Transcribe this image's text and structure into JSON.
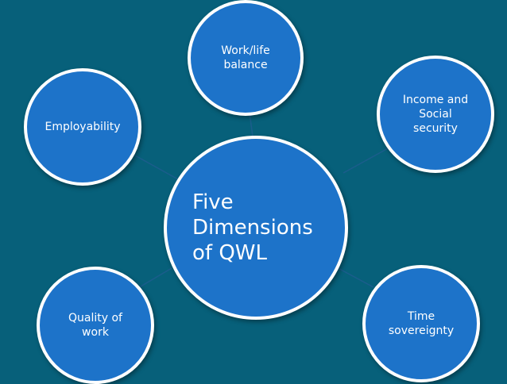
{
  "diagram": {
    "center": {
      "label": "Five\nDimensions\nof QWL"
    },
    "nodes": [
      {
        "id": "work-life-balance",
        "label": "Work/life\nbalance"
      },
      {
        "id": "income-social-security",
        "label": "Income and\nSocial\nsecurity"
      },
      {
        "id": "time-sovereignty",
        "label": "Time\nsovereignty"
      },
      {
        "id": "quality-of-work",
        "label": "Quality of\nwork"
      },
      {
        "id": "employability",
        "label": "Employability"
      }
    ]
  },
  "colors": {
    "background": "#07607a",
    "node_fill": "#1d73c9",
    "node_border": "#ffffff",
    "connector": "#1b5d8c"
  }
}
